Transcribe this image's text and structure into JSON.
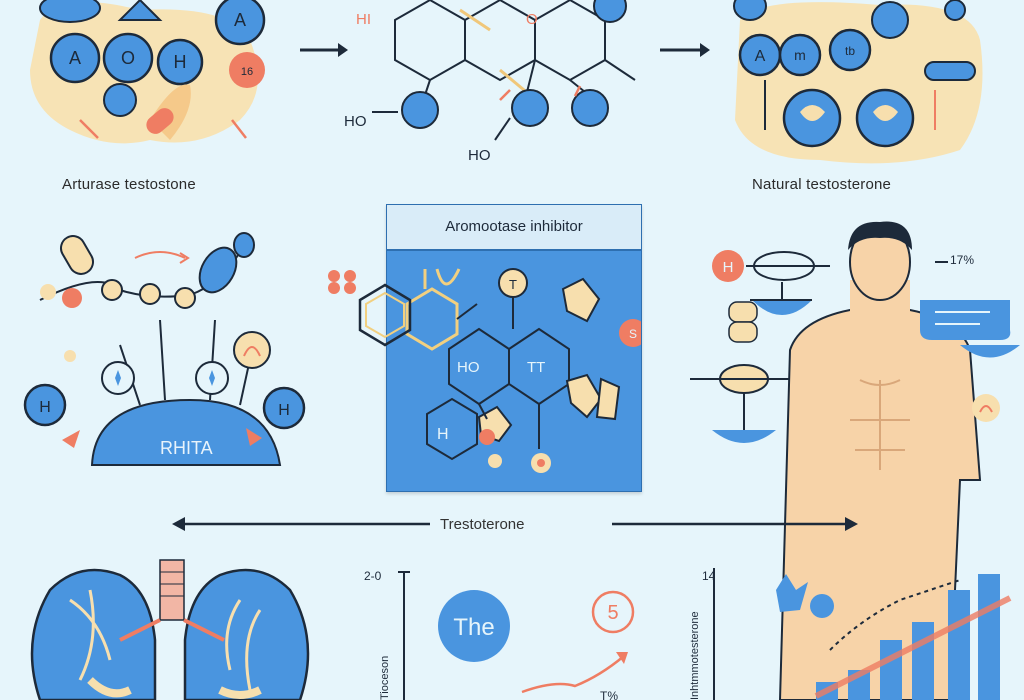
{
  "labels": {
    "top_left": "Arturase testostone",
    "top_right": "Natural testosterone",
    "center_panel": "Aromootase inhibitor",
    "bottom_center": "Trestoterone",
    "rhita": "RHITA",
    "the_bubble": "The",
    "five_bubble": "5",
    "ho_1": "HO",
    "ho_2": "HO",
    "hi": "HI",
    "o": "O",
    "t_node": "T",
    "ho_panel": "HO",
    "tt_panel": "TT",
    "h_panel": "H",
    "s_node": "S",
    "h_left": "H",
    "h_right": "H",
    "h_man": "H",
    "pct": "17%",
    "axis_small_top": "2-0",
    "axis_side_1": "Tioceson",
    "axis_side_2": "Inhtmmotesterone",
    "axis_num": "14",
    "pct_bottom": "T%",
    "atom_a1": "A",
    "atom_o": "O",
    "atom_h": "H",
    "atom_a2": "A",
    "atom_16": "16",
    "atom_a3": "A",
    "atom_m": "m",
    "atom_tb": "tb"
  },
  "colors": {
    "background": "#e6f5fb",
    "blue": "#4a95df",
    "dark_blue": "#2e6fb0",
    "peach": "#f7dfae",
    "coral": "#ef7d63",
    "navy": "#1d2a3a"
  },
  "icons": [
    "arrow-right-icon",
    "arrow-double-icon",
    "molecule-icon",
    "hexagon-icon",
    "human-torso-icon",
    "lungs-icon",
    "bar-chart-icon",
    "line-chart-icon",
    "speech-bubble-icon"
  ]
}
